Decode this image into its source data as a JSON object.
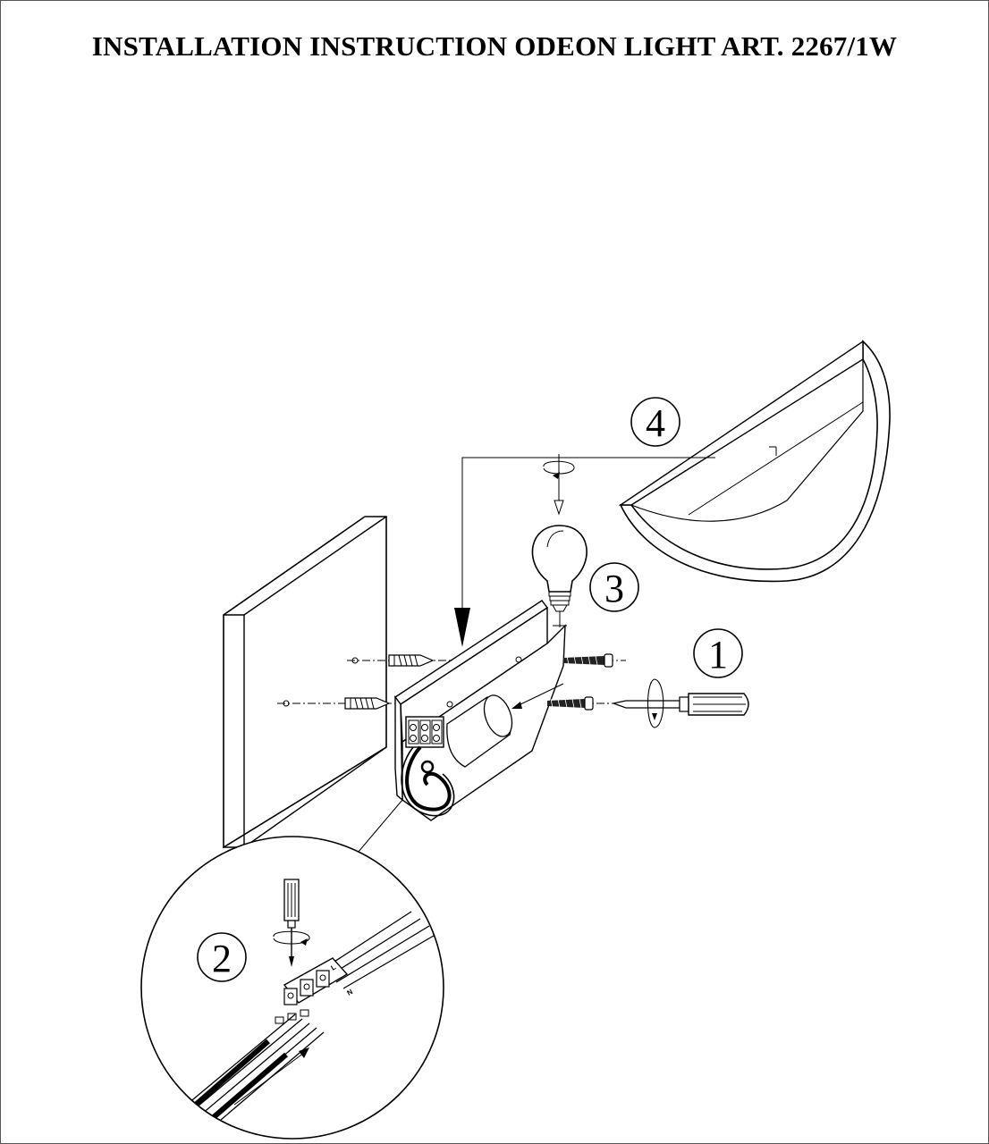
{
  "document": {
    "title": "INSTALLATION INSTRUCTION ODEON LIGHT ART. 2267/1W"
  },
  "steps": [
    {
      "number": "1"
    },
    {
      "number": "2"
    },
    {
      "number": "3"
    },
    {
      "number": "4"
    }
  ],
  "terminal_labels": [
    "L",
    "N"
  ]
}
